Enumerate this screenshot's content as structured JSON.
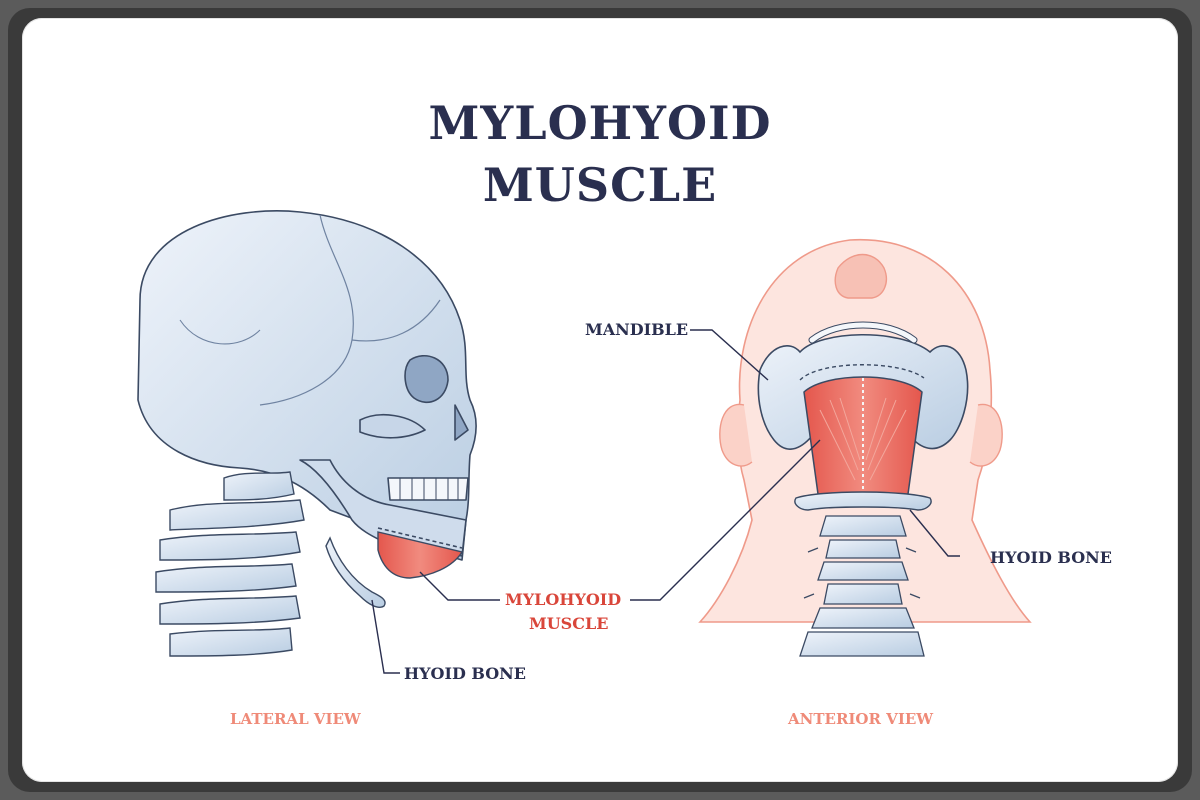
{
  "title": {
    "line1": "MYLOHYOID",
    "line2": "MUSCLE"
  },
  "labels": {
    "mandible": "MANDIBLE",
    "hyoid_bone_anterior": "HYOID BONE",
    "hyoid_bone_lateral": "HYOID BONE",
    "mylohyoid_line1": "MYLOHYOID",
    "mylohyoid_line2": "MUSCLE"
  },
  "views": {
    "lateral": "LATERAL VIEW",
    "anterior": "ANTERIOR VIEW"
  },
  "colors": {
    "title": "#2a2f4f",
    "muscle_label": "#d9463a",
    "view_caption": "#ef8a78",
    "bone": "#d8e4f1",
    "muscle": "#e0544b",
    "skin": "#fbd8cf"
  }
}
